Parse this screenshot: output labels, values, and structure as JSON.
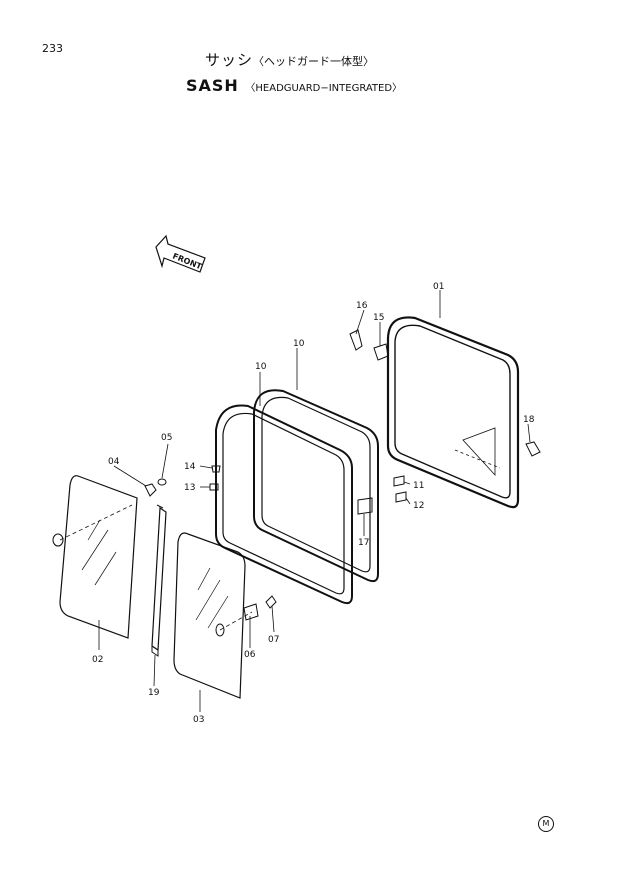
{
  "page_number": "233",
  "title_jp": "サッシ",
  "title_jp_sub": "〈ヘッドガード一体型〉",
  "title_en": "SASH",
  "title_en_sub": "〈HEADGUARD−INTEGRATED〉",
  "front_label": "FRONT",
  "corner_mark": "M",
  "part_labels": [
    "01",
    "02",
    "03",
    "04",
    "05",
    "06",
    "07",
    "10",
    "10",
    "11",
    "12",
    "13",
    "14",
    "15",
    "16",
    "17",
    "18",
    "19"
  ]
}
